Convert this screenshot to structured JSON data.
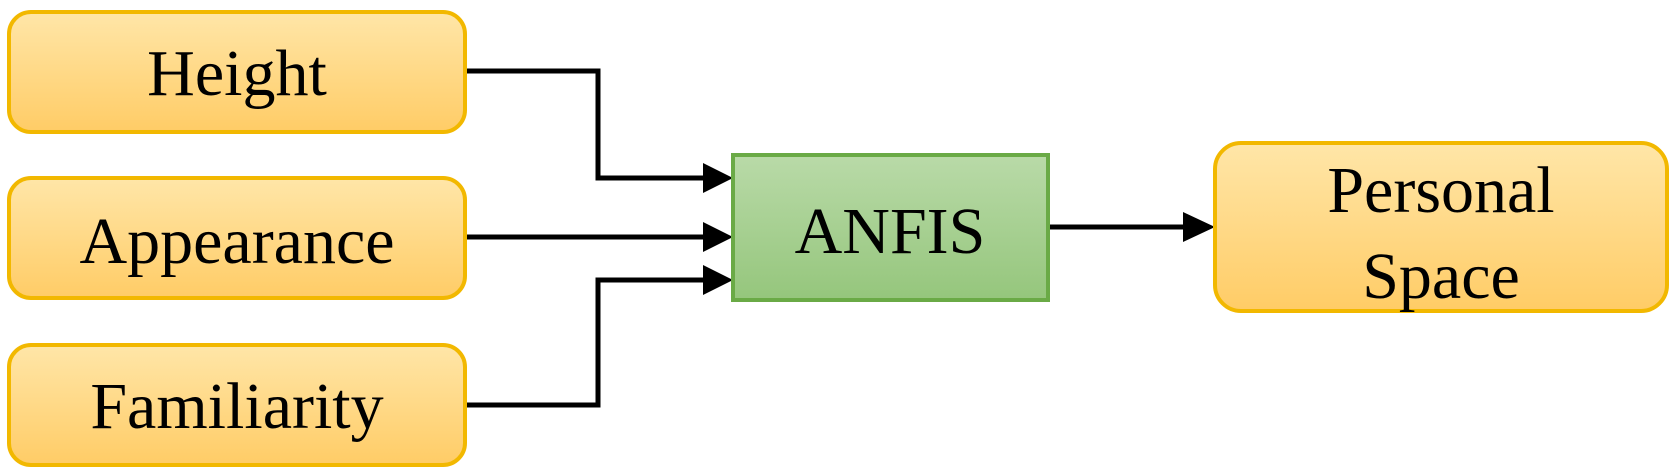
{
  "diagram": {
    "inputs": [
      {
        "label": "Height"
      },
      {
        "label": "Appearance"
      },
      {
        "label": "Familiarity"
      }
    ],
    "model": {
      "label": "ANFIS"
    },
    "output": {
      "label_line1": "Personal",
      "label_line2": "Space"
    },
    "colors": {
      "input_fill_top": "#FFE6A8",
      "input_fill_bottom": "#FFCC66",
      "input_stroke": "#F2B800",
      "model_fill_top": "#B9DAA8",
      "model_fill_bottom": "#95C67C",
      "model_stroke": "#6AAA46",
      "connector": "#000000"
    }
  }
}
